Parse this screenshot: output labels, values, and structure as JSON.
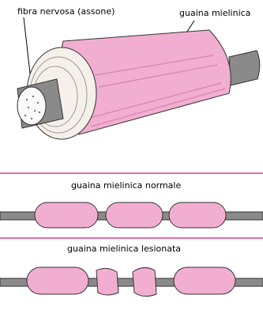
{
  "labels": {
    "axon": "fibra nervosa (assone)",
    "sheath": "guaina mielinica",
    "normal_title": "guaina mielinica normale",
    "damaged_title": "guaina mielinica lesionata"
  },
  "colors": {
    "sheath_pink": "#f2aed0",
    "sheath_shadow": "#d98ab3",
    "axon_grey": "#8a8a8a",
    "divider_pink": "#f06aa8"
  }
}
